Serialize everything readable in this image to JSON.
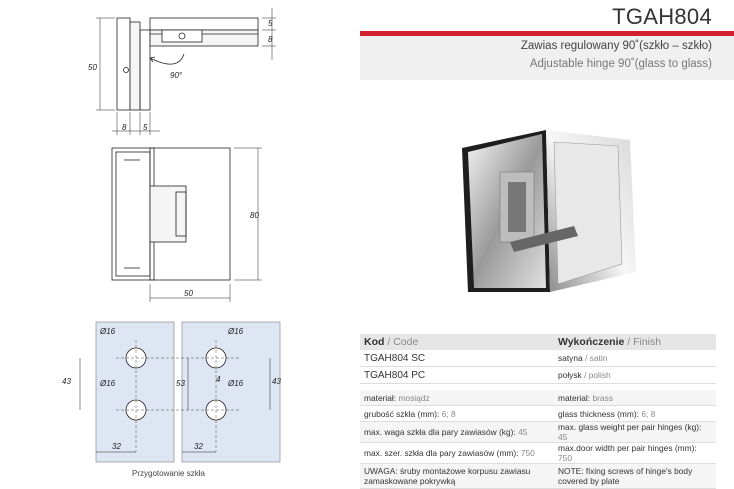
{
  "product_code": "TGAH804",
  "title_pl": "Zawias regulowany 90˚(szkło – szkło)",
  "title_en": "Adjustable hinge 90˚(glass to glass)",
  "table": {
    "col1_header_pl": "Kod",
    "col1_header_sep": " / ",
    "col1_header_en": "Code",
    "col2_header_pl": "Wykończenie",
    "col2_header_en": "Finish",
    "rows": [
      {
        "code": "TGAH804 SC",
        "finish_pl": "satyna",
        "finish_en": "satin"
      },
      {
        "code": "TGAH804 PC",
        "finish_pl": "połysk",
        "finish_en": "polish"
      }
    ],
    "specs": [
      {
        "pl_label": "materiał:",
        "pl_value": "mosiądz",
        "en_label": "material:",
        "en_value": "brass"
      },
      {
        "pl_label": "grubość szkła (mm):",
        "pl_value": "6; 8",
        "en_label": "glass thickness (mm):",
        "en_value": "6; 8"
      },
      {
        "pl_label": "max. waga szkła dla pary zawiasów (kg):",
        "pl_value": "45",
        "en_label": "max. glass weight per pair hinges (kg):",
        "en_value": "45"
      },
      {
        "pl_label": "max. szer. szkła dla pary zawiasów (mm):",
        "pl_value": "750",
        "en_label": "max.door width per pair hinges (mm):",
        "en_value": "750"
      }
    ],
    "note_pl": "UWAGA: śruby montażowe korpusu zawiasu zamaskowane pokrywką",
    "note_en": "NOTE: fixing screws of hinge's body covered by plate"
  },
  "caption": "Przygotowanie szkła",
  "dimensions": {
    "top_right_1": "5",
    "top_right_2": "8",
    "left_height": "50",
    "angle": "90°",
    "bottom_1": "8",
    "bottom_2": "5",
    "side_height": "80",
    "bottom_width": "50",
    "hole_dia": "Ø16",
    "left_43": "43",
    "center_53": "53",
    "right_43": "43",
    "small_4": "4",
    "bottom_32_left": "32",
    "bottom_32_right": "32"
  },
  "colors": {
    "accent": "#d2202f",
    "header_bg": "#e6e6e6",
    "subtitle_bg": "#f0f0f0",
    "glass": "#dde6f2"
  }
}
